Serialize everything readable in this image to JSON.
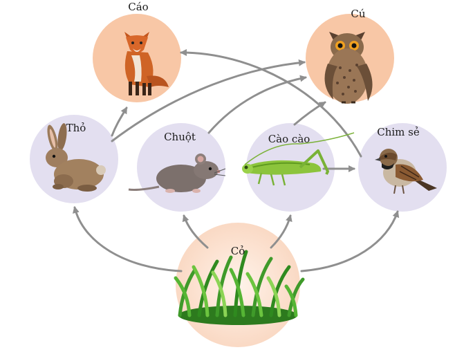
{
  "diagram": {
    "nodes": {
      "fox": {
        "label": "Cáo",
        "icon": "fox-icon"
      },
      "owl": {
        "label": "Cú",
        "icon": "owl-icon"
      },
      "rabbit": {
        "label": "Thỏ",
        "icon": "rabbit-icon"
      },
      "mouse": {
        "label": "Chuột",
        "icon": "mouse-icon"
      },
      "grasshopper": {
        "label": "Cào cào",
        "icon": "grasshopper-icon"
      },
      "sparrow": {
        "label": "Chim sẻ",
        "icon": "sparrow-icon"
      },
      "grass": {
        "label": "Cỏ",
        "icon": "grass-icon"
      }
    },
    "edges": [
      {
        "from": "grass",
        "to": "rabbit"
      },
      {
        "from": "grass",
        "to": "mouse"
      },
      {
        "from": "grass",
        "to": "grasshopper"
      },
      {
        "from": "grass",
        "to": "sparrow"
      },
      {
        "from": "rabbit",
        "to": "fox"
      },
      {
        "from": "rabbit",
        "to": "owl"
      },
      {
        "from": "mouse",
        "to": "owl"
      },
      {
        "from": "grasshopper",
        "to": "owl"
      },
      {
        "from": "grasshopper",
        "to": "sparrow"
      },
      {
        "from": "sparrow",
        "to": "fox"
      }
    ],
    "colors": {
      "predator_circle": "#f8c7a6",
      "consumer_circle": "#e3dff0",
      "producer_circle": "#fde3d3",
      "arrow": "#8f8f8f"
    }
  }
}
